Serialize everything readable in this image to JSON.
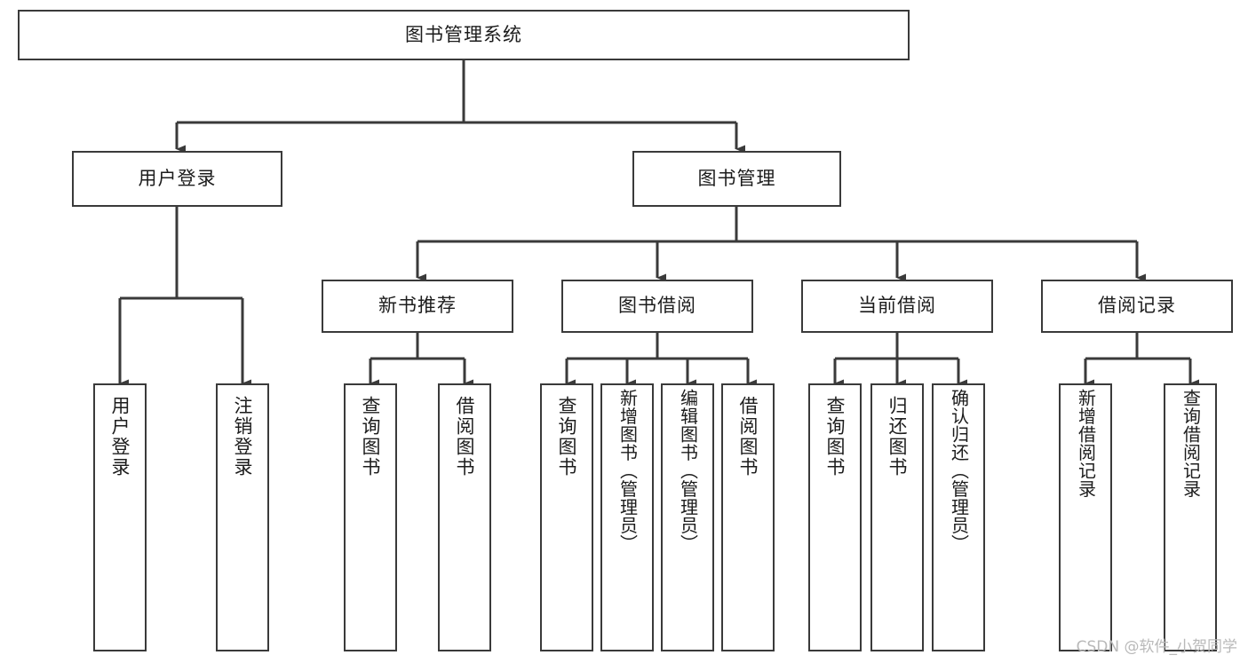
{
  "diagram": {
    "title": "图书管理系统",
    "type": "tree-hierarchy-chart",
    "line_color": "#3a3a3a",
    "box_fill": "#ffffff",
    "text_color": "#1c1c1c"
  },
  "watermark": {
    "text": "CSDN @软件_小贺同学",
    "color": "#b9b9b9"
  },
  "nodes": {
    "root": {
      "label": "图书管理系统"
    },
    "level2": [
      {
        "label": "用户登录"
      },
      {
        "label": "图书管理"
      }
    ],
    "level3": [
      {
        "label": "新书推荐"
      },
      {
        "label": "图书借阅"
      },
      {
        "label": "当前借阅"
      },
      {
        "label": "借阅记录"
      }
    ],
    "leaves": {
      "user_login": [
        {
          "label": "用户登录"
        },
        {
          "label": "注销登录"
        }
      ],
      "new_book_recommend": [
        {
          "label": "查询图书"
        },
        {
          "label": "借阅图书"
        }
      ],
      "book_borrow": [
        {
          "label": "查询图书"
        },
        {
          "label": "新增图书（管理员）"
        },
        {
          "label": "编辑图书（管理员）"
        },
        {
          "label": "借阅图书"
        }
      ],
      "current_borrow": [
        {
          "label": "查询图书"
        },
        {
          "label": "归还图书"
        },
        {
          "label": "确认归还（管理员）"
        }
      ],
      "borrow_record": [
        {
          "label": "新增借阅记录"
        },
        {
          "label": "查询借阅记录"
        }
      ]
    }
  }
}
